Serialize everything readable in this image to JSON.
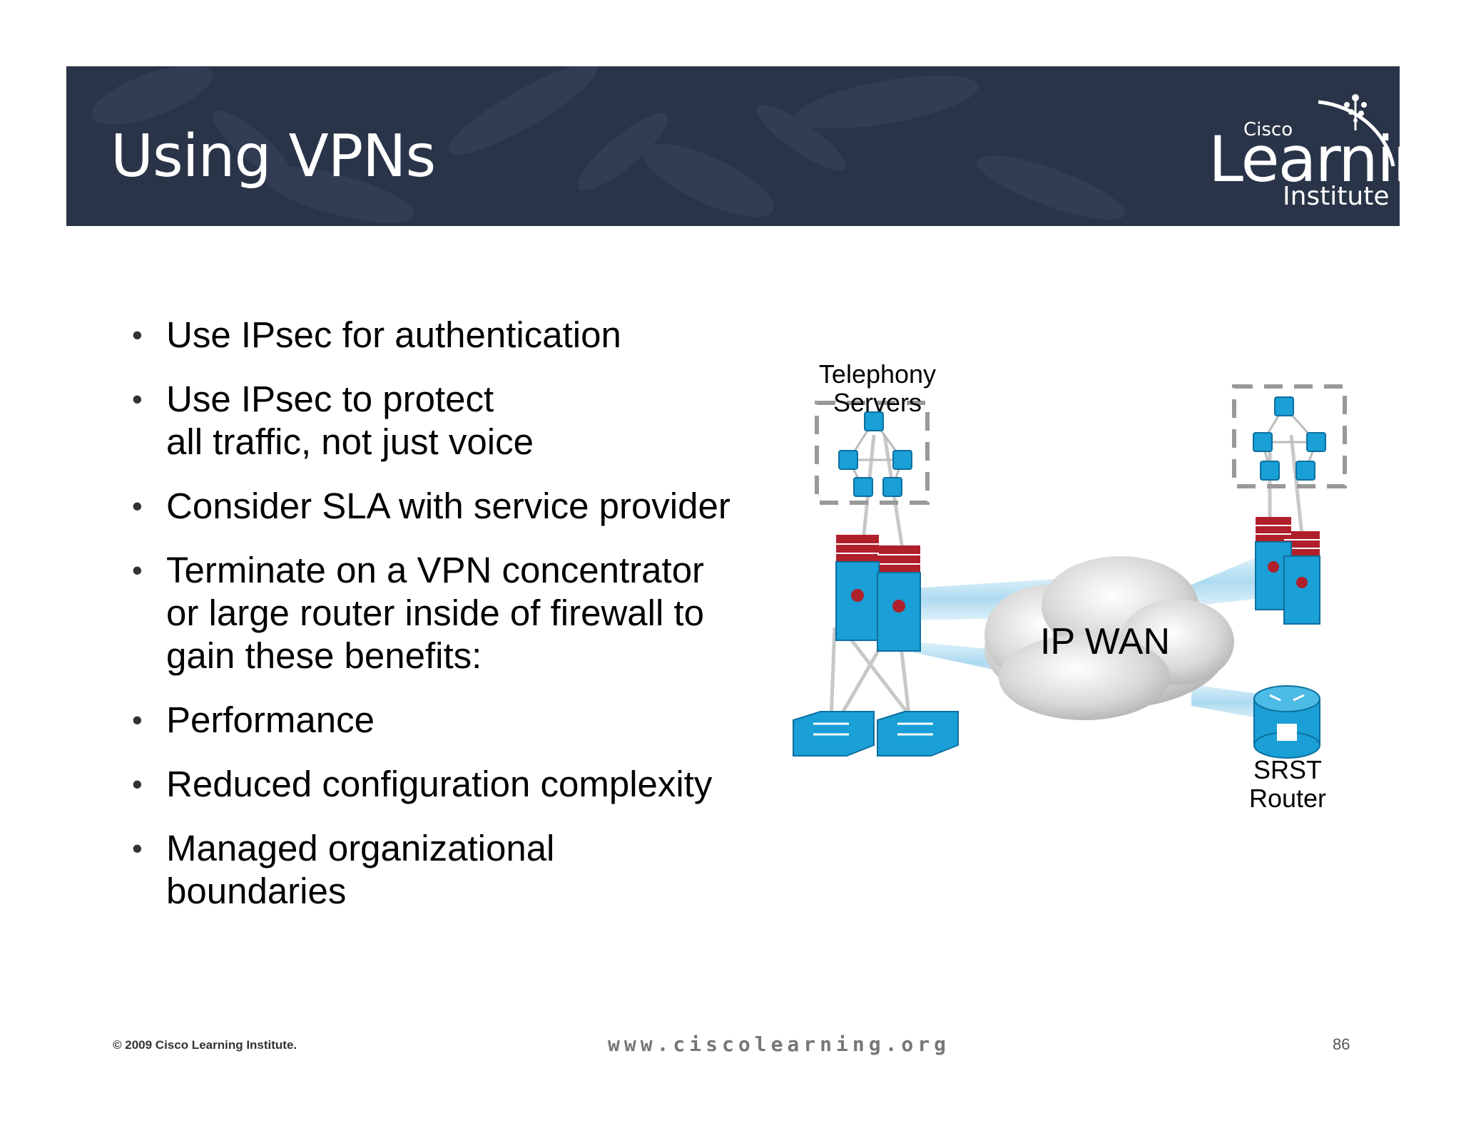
{
  "header": {
    "title": "Using VPNs",
    "logo": {
      "brand": "Cisco",
      "name": "Learning",
      "sub": "Institute"
    }
  },
  "bullets": [
    "Use IPsec for authentication",
    "Use IPsec to protect\nall traffic, not just voice",
    "Consider SLA with service provider",
    "Terminate on a VPN concentrator\nor large router inside of firewall to\ngain these benefits:",
    "Performance",
    "Reduced configuration complexity",
    "Managed organizational\nboundaries"
  ],
  "diagram": {
    "telephony_label": "Telephony\nServers",
    "cloud_label": "IP WAN",
    "srst_label": "SRST\nRouter"
  },
  "footer": {
    "copyright": "© 2009 Cisco Learning Institute.",
    "website": "www.ciscolearning.org",
    "page": "86"
  },
  "colors": {
    "banner": "#2a3448",
    "device_blue": "#1a9fd6",
    "firewall_red": "#b0202a"
  }
}
